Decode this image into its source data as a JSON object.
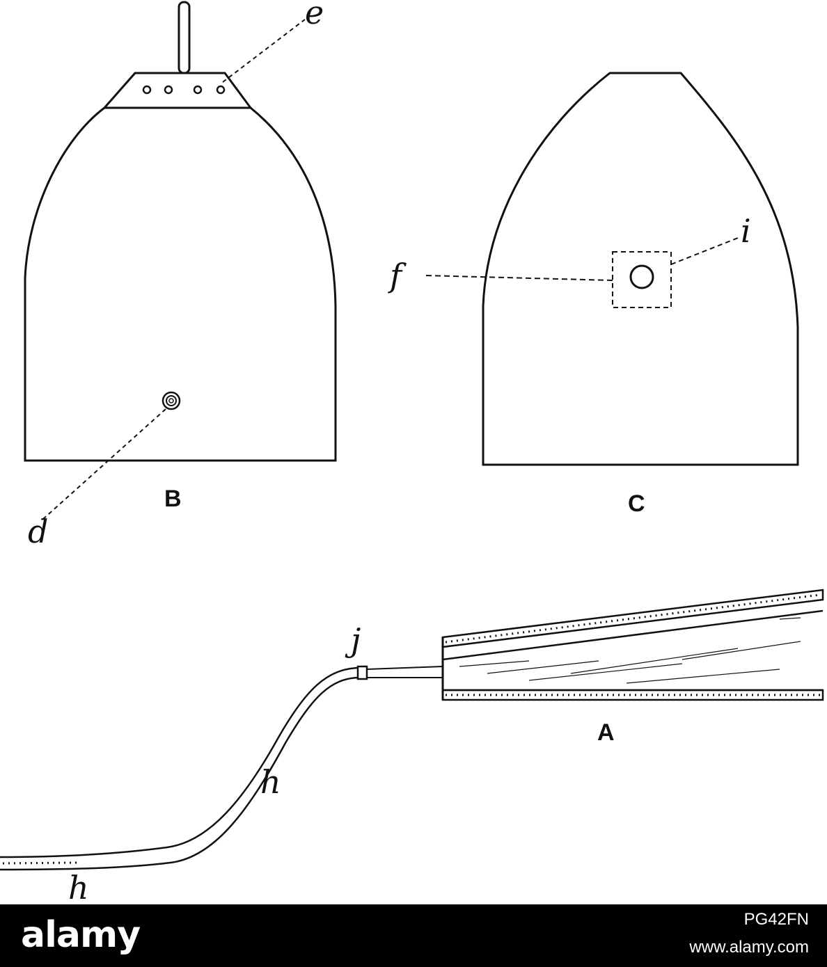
{
  "figure": {
    "panel_labels": {
      "b": "B",
      "c": "C",
      "a": "A"
    },
    "part_letters": {
      "e": "e",
      "d": "d",
      "f": "f",
      "i": "i",
      "j": "j",
      "h_upper": "h",
      "h_lower": "h"
    }
  },
  "footer": {
    "brand": "alamy",
    "image_code": "PG42FN",
    "url": "www.alamy.com"
  },
  "colors": {
    "ink": "#111111",
    "paper": "#ffffff",
    "footer_bg": "#000000"
  }
}
